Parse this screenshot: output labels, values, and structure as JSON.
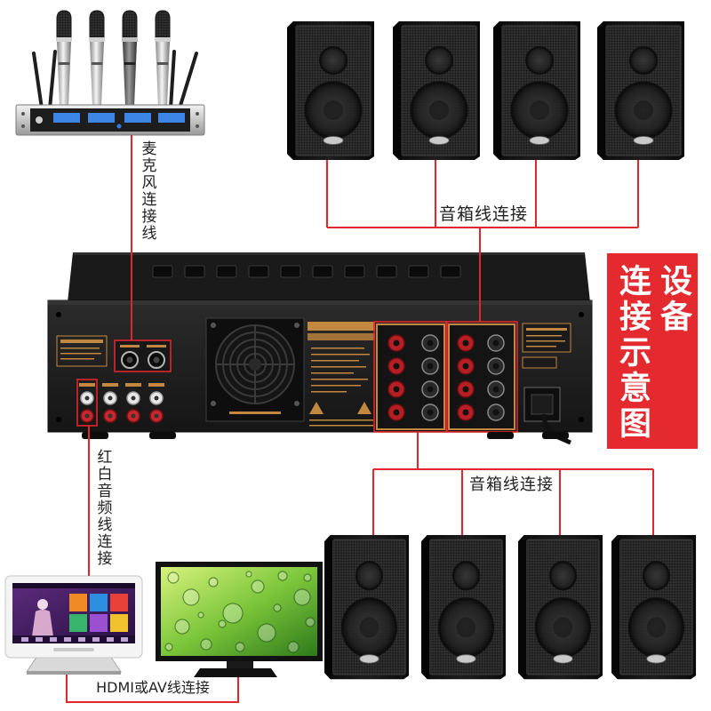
{
  "title": {
    "column_1": "设备",
    "column_2": "连接示意图"
  },
  "labels": {
    "mic_cable": "麦克风连接线",
    "speaker_cable_top": "音箱线连接",
    "speaker_cable_bottom": "音箱线连接",
    "audio_cable": "红白音频线连接",
    "video_cable": "HDMI或AV线连接"
  },
  "colors": {
    "cable": "#e1262c",
    "title_bg": "#e42a2f",
    "title_text": "#ffffff",
    "label_text": "#222222",
    "accent_gold": "#c3883f"
  }
}
